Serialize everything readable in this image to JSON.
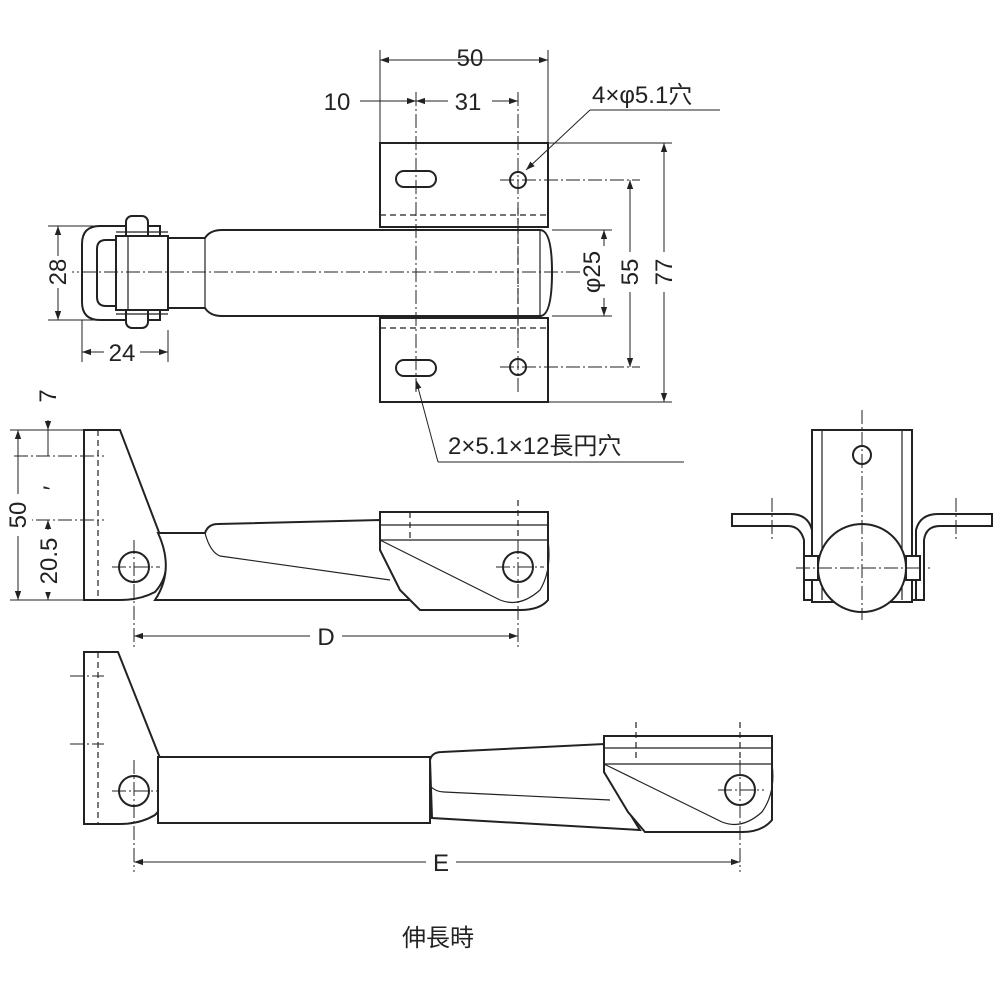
{
  "dimensions": {
    "top_width": "50",
    "hole_offset": "10",
    "hole_pitch": "31",
    "round_hole": "4×φ5.1穴",
    "body_height": "28",
    "handle_width": "24",
    "tube_diameter": "φ25",
    "hole_spacing": "55",
    "overall_height": "77",
    "slot_hole": "2×5.1×12長円穴",
    "side_height": "50",
    "side_top_offset": "7",
    "side_bottom_offset": "20.5",
    "side_mid_mark": "′",
    "retracted_length": "D",
    "extended_length": "E"
  },
  "caption": "伸長時"
}
